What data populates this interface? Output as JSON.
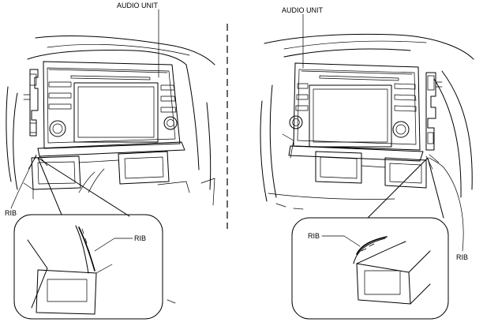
{
  "left_view": {
    "audio_unit_label": "AUDIO UNIT",
    "rib_label_main": "RIB",
    "rib_label_detail": "RIB"
  },
  "right_view": {
    "audio_unit_label": "AUDIO UNIT",
    "rib_label_main": "RIB",
    "rib_label_detail": "RIB"
  },
  "colors": {
    "line": "#000000",
    "background": "#ffffff"
  }
}
